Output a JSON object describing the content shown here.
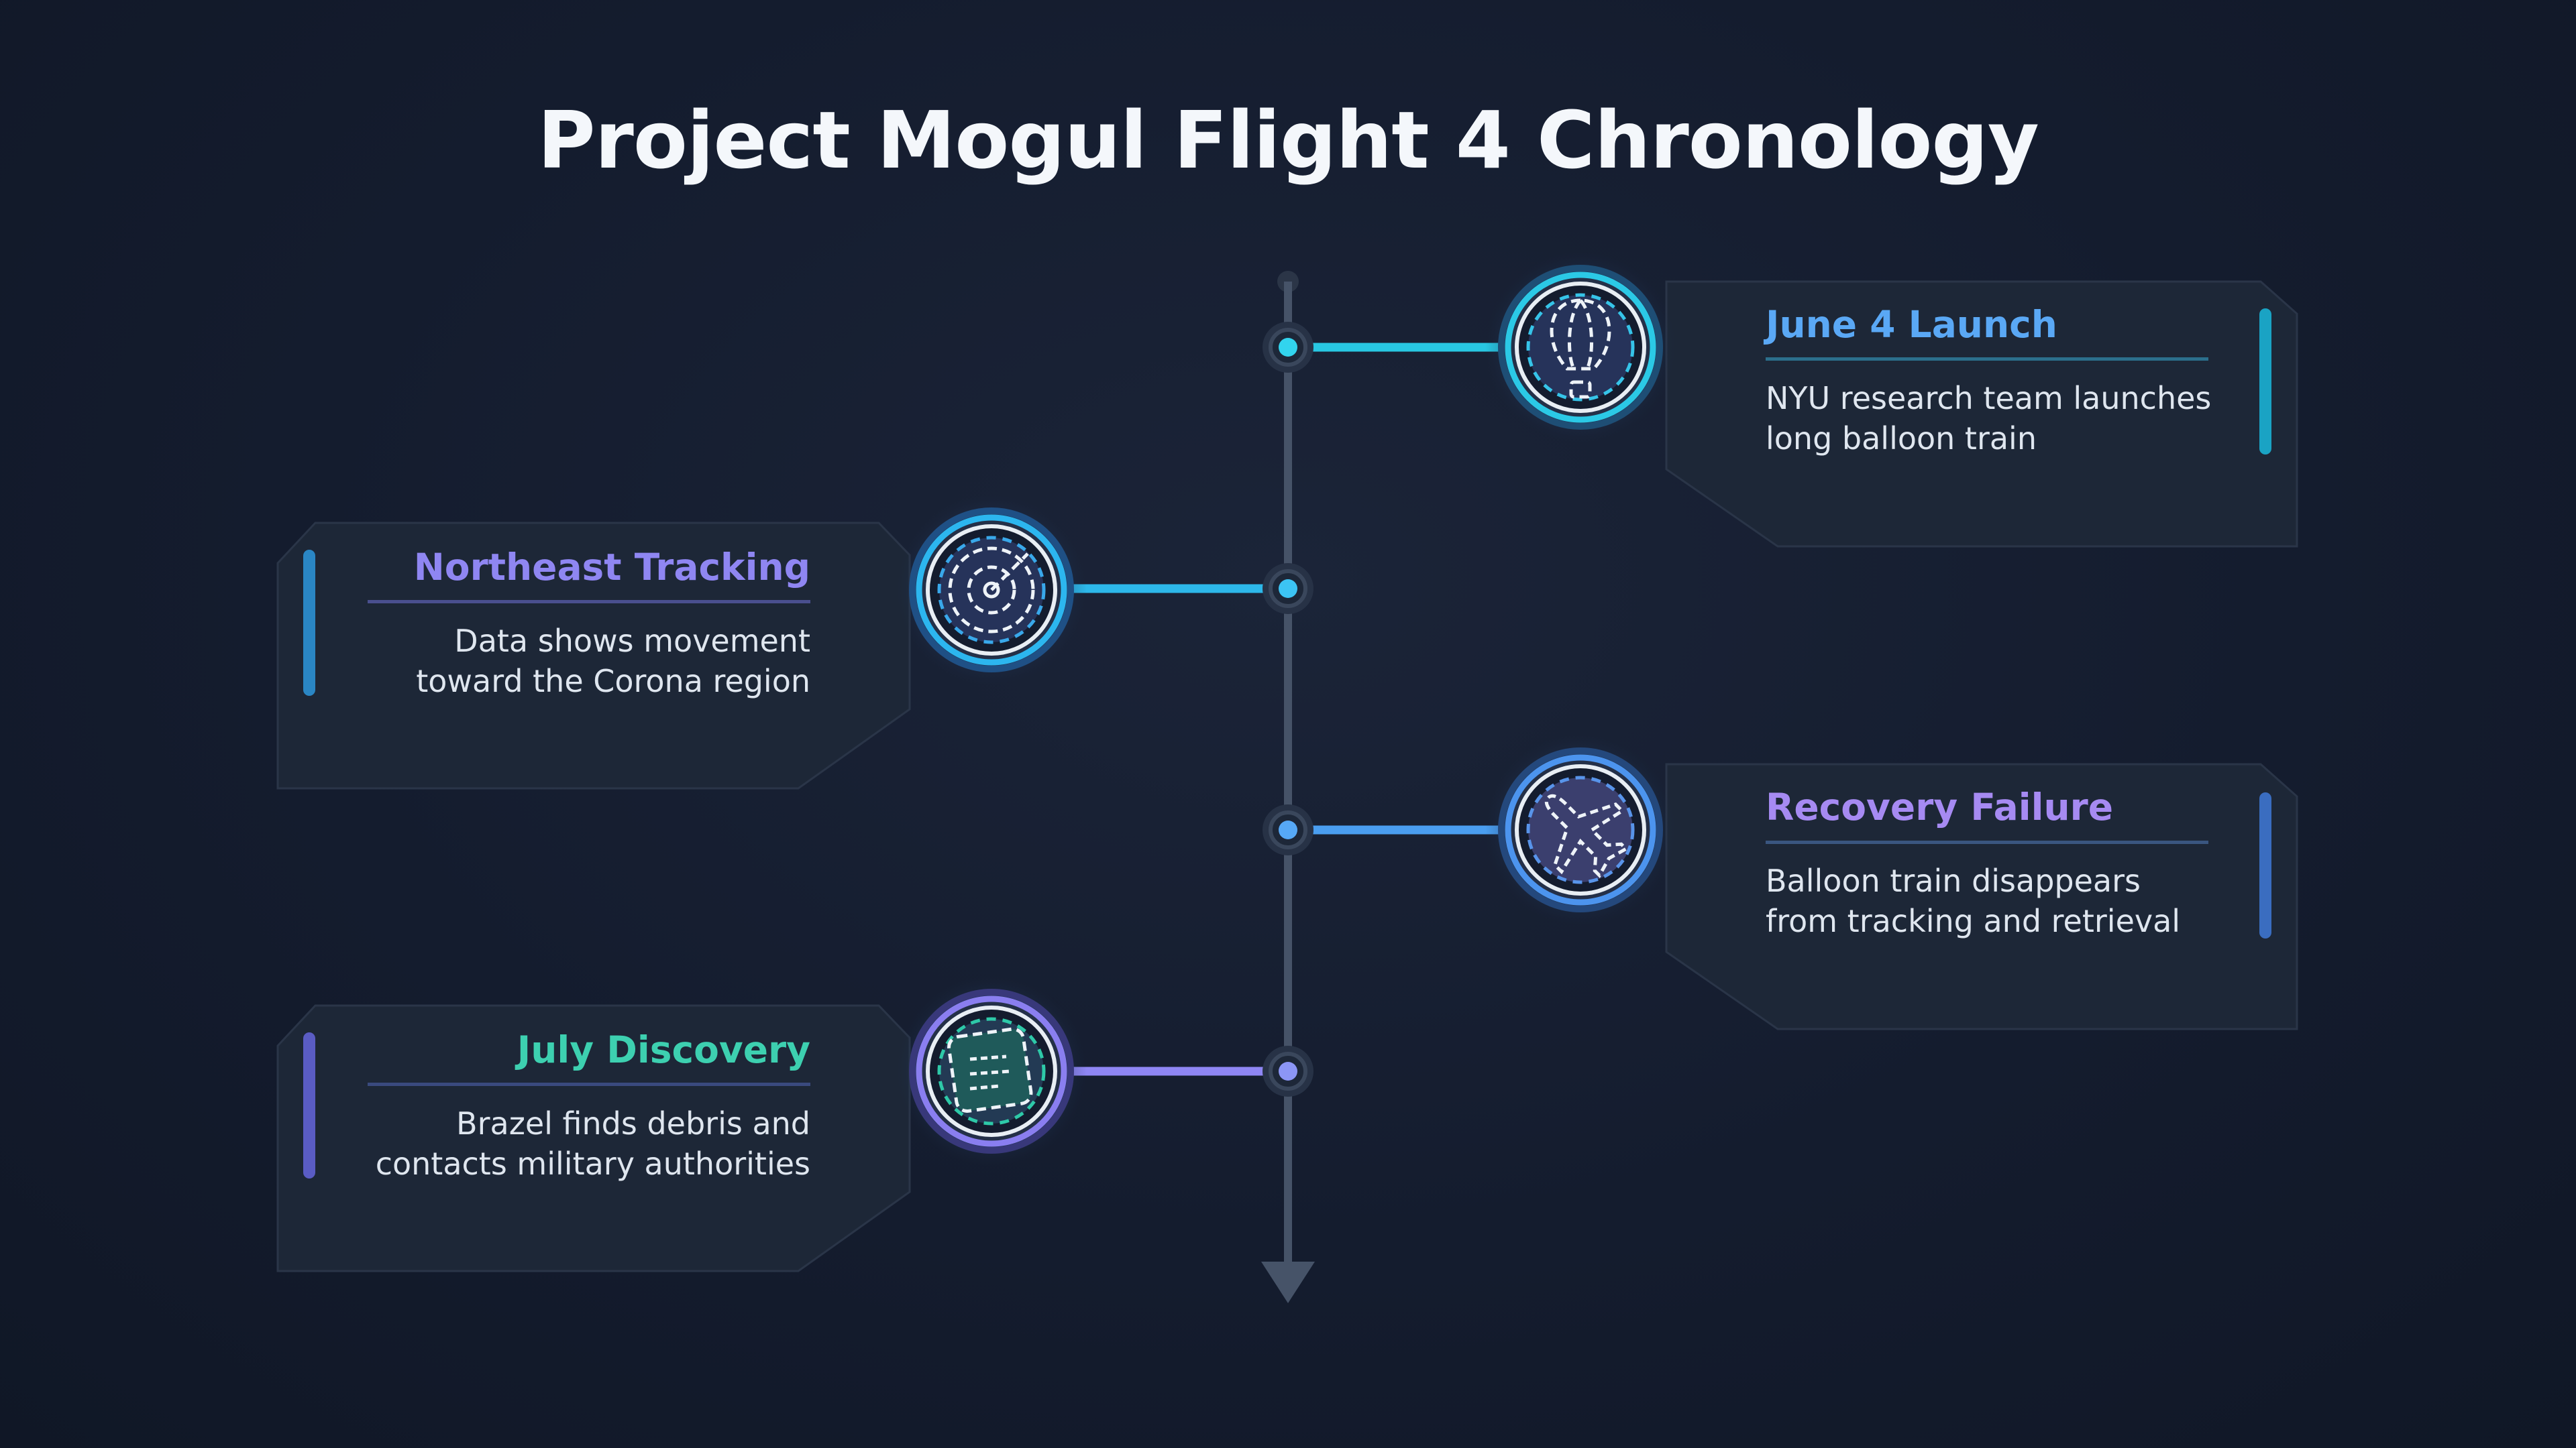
{
  "title": "Project Mogul Flight 4 Chronology",
  "colors": {
    "background": "#141c2e",
    "card": "#1d2737",
    "spine": "#3f4b5e",
    "cyan": "#29c4e0",
    "blue": "#4a9af0",
    "purple": "#8b7cf0",
    "teal": "#2ec9a8"
  },
  "events": [
    {
      "title": "June 4 Launch",
      "description": [
        "NYU research team launches",
        "long balloon train"
      ],
      "icon": "hot-air-balloon-icon",
      "title_color": "#5aa8f5",
      "side": "right"
    },
    {
      "title": "Northeast Tracking",
      "description": [
        "Data shows movement",
        "toward the Corona region"
      ],
      "icon": "radar-icon",
      "title_color": "#8f86f2",
      "side": "left"
    },
    {
      "title": "Recovery Failure",
      "description": [
        "Balloon train disappears",
        "from tracking and retrieval"
      ],
      "icon": "airplane-icon",
      "title_color": "#a68af2",
      "side": "right"
    },
    {
      "title": "July Discovery",
      "description": [
        "Brazel finds debris and",
        "contacts military authorities"
      ],
      "icon": "document-icon",
      "title_color": "#3dd0b0",
      "side": "left"
    }
  ]
}
